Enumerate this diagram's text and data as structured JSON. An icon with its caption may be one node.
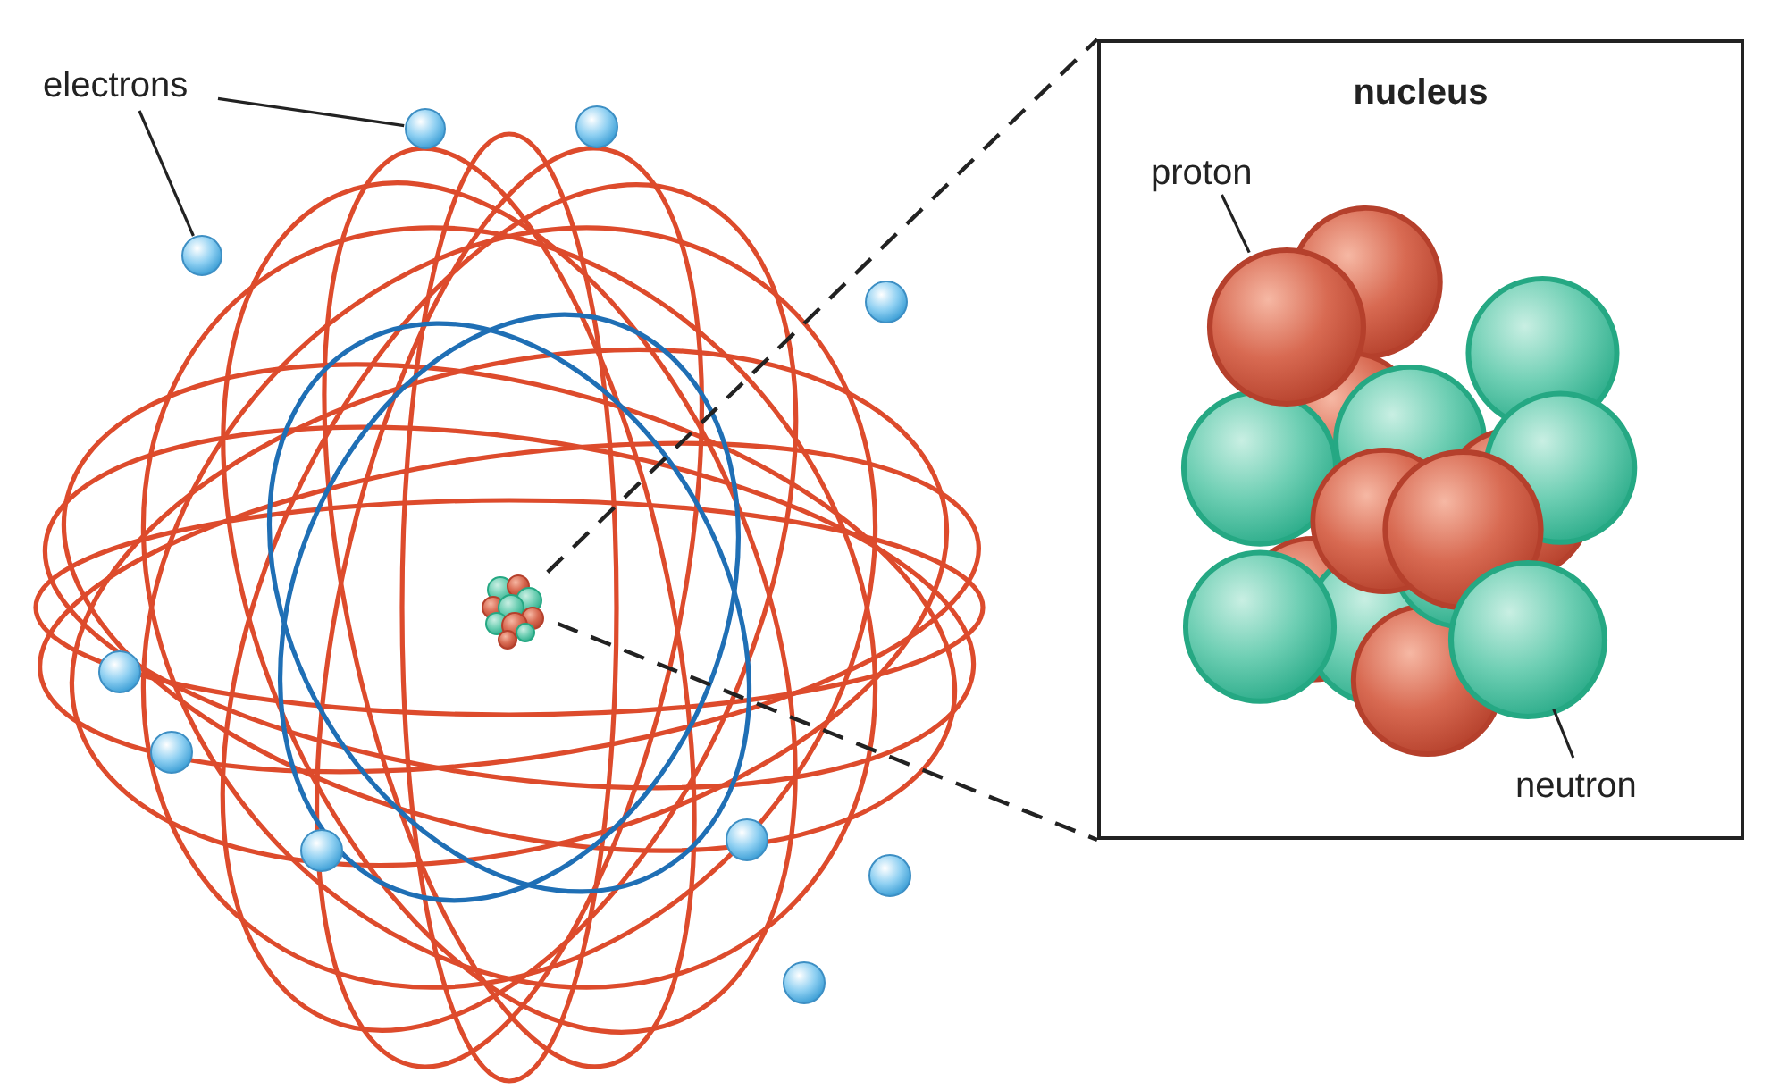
{
  "diagram": {
    "nodes": [
      {
        "text": [
          "electrons"
        ]
      },
      {
        "text": [],
        "shape": "circle"
      },
      {
        "text": [],
        "shape": "circle"
      },
      {
        "text": [
          "nucleus"
        ]
      },
      {
        "text": [
          "proton"
        ],
        "in": 3
      },
      {
        "text": [],
        "shape": "circle",
        "in": 3
      },
      {
        "text": [
          "neutron"
        ],
        "in": 3
      },
      {
        "text": [],
        "shape": "circle",
        "in": 3
      },
      {
        "text": [],
        "shape": "picture"
      }
    ],
    "edges": [
      {
        "from": 0,
        "to": 1,
        "arrow": "none"
      },
      {
        "from": 0,
        "to": 2,
        "arrow": "none"
      },
      {
        "from": 4,
        "to": 5,
        "arrow": "none"
      },
      {
        "from": 6,
        "to": 7,
        "arrow": "none"
      },
      {
        "from": 8,
        "to": 3,
        "arrow": "none",
        "style": "dashed"
      },
      {
        "from": 8,
        "to": 3,
        "arrow": "none",
        "style": "dashed"
      }
    ]
  }
}
